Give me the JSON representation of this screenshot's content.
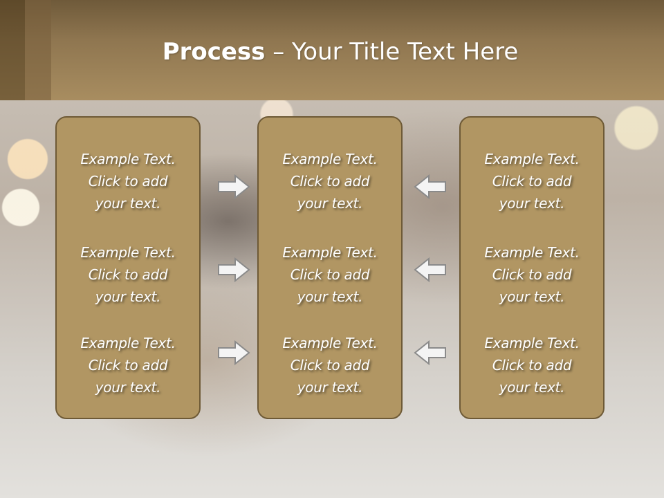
{
  "title": {
    "bold": "Process",
    "rest": " – Your Title Text Here"
  },
  "columns": [
    {
      "items": [
        {
          "line1": "Example Text.",
          "line2": "Click  to add",
          "line3": "your text."
        },
        {
          "line1": "Example Text.",
          "line2": "Click  to add",
          "line3": "your text."
        },
        {
          "line1": "Example Text.",
          "line2": "Click  to add",
          "line3": "your text."
        }
      ]
    },
    {
      "items": [
        {
          "line1": "Example Text.",
          "line2": "Click  to add",
          "line3": "your text."
        },
        {
          "line1": "Example Text.",
          "line2": "Click  to add",
          "line3": "your text."
        },
        {
          "line1": "Example Text.",
          "line2": "Click  to add",
          "line3": "your text."
        }
      ]
    },
    {
      "items": [
        {
          "line1": "Example Text.",
          "line2": "Click  to add",
          "line3": "your text."
        },
        {
          "line1": "Example Text.",
          "line2": "Click  to add",
          "line3": "your text."
        },
        {
          "line1": "Example Text.",
          "line2": "Click  to add",
          "line3": "your text."
        }
      ]
    }
  ],
  "arrows": [
    {
      "icon": "arrow-right-icon"
    },
    {
      "icon": "arrow-right-icon"
    },
    {
      "icon": "arrow-right-icon"
    },
    {
      "icon": "arrow-left-icon"
    },
    {
      "icon": "arrow-left-icon"
    },
    {
      "icon": "arrow-left-icon"
    }
  ],
  "colors": {
    "header": "#a88d60",
    "box_fill": "#b19663",
    "box_border": "#6e5a36",
    "text": "#ffffff"
  }
}
